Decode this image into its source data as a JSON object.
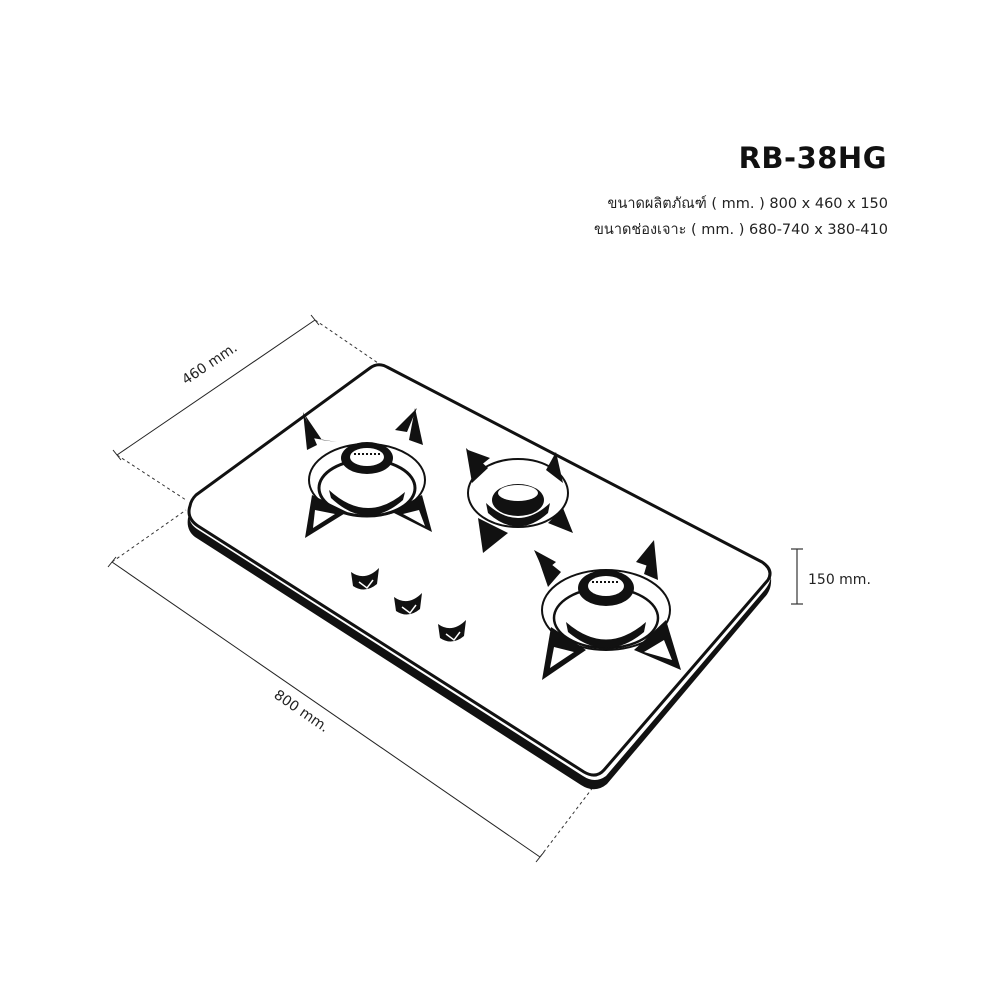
{
  "header": {
    "model": "RB-38HG",
    "spec_product_size": "ขนาดผลิตภัณฑ์ ( mm. ) 800 x 460 x 150",
    "spec_cutout_size": "ขนาดช่องเจาะ ( mm. ) 680-740 x 380-410"
  },
  "dimensions": {
    "depth_label": "460 mm.",
    "width_label": "800 mm.",
    "height_label": "150 mm."
  },
  "product": {
    "type": "gas-hob",
    "burner_count": 3,
    "knob_count": 3,
    "line_color": "#111111",
    "background": "#ffffff"
  }
}
